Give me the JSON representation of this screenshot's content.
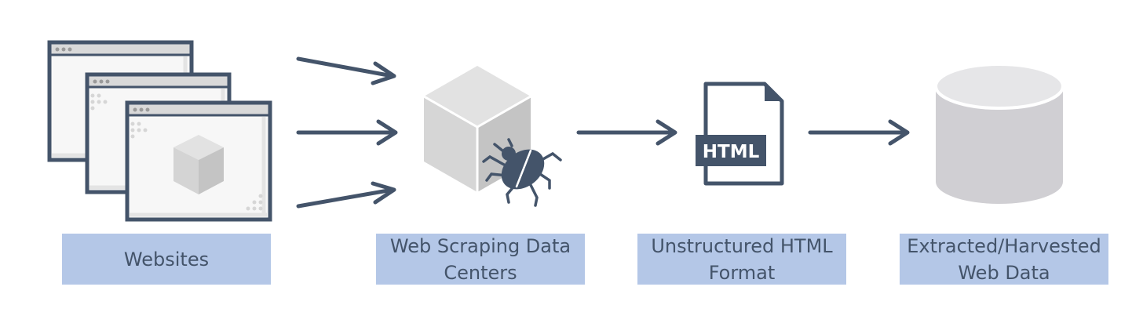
{
  "stages": [
    {
      "id": "websites",
      "label_lines": [
        "Websites"
      ]
    },
    {
      "id": "scraping",
      "label_lines": [
        "Web Scraping Data",
        "Centers"
      ]
    },
    {
      "id": "html",
      "label_lines": [
        "Unstructured HTML",
        "Format"
      ]
    },
    {
      "id": "data",
      "label_lines": [
        "Extracted/Harvested",
        "Web Data"
      ]
    }
  ],
  "html_icon_text": "HTML",
  "colors": {
    "stroke": "#44546a",
    "label_fill": "#b4c7e7",
    "label_text": "#44546a",
    "window_fill": "#f7f7f7",
    "window_bar": "#d9d9d9",
    "cube_top": "#e2e2e2",
    "cube_left": "#d6d6d6",
    "cube_right": "#c4c4c4",
    "database": "#d0cfd3",
    "database_top": "#e6e6e8"
  },
  "icons": [
    "browser-window-icon",
    "cube-icon",
    "bug-icon",
    "html-file-icon",
    "database-icon",
    "arrow-icon"
  ]
}
